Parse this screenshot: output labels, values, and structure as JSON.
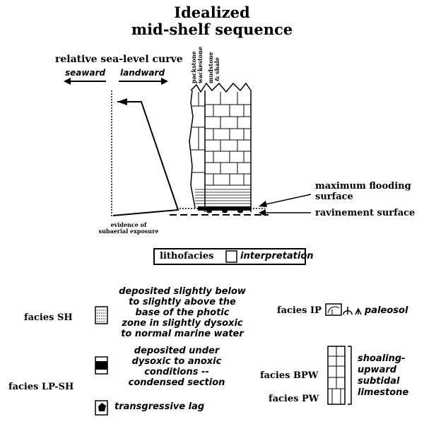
{
  "title": {
    "line1": "Idealized",
    "line2": "mid-shelf sequence"
  },
  "sea_level": {
    "label": "relative sea-level curve",
    "seaward": "seaward",
    "landward": "landward"
  },
  "column_labels": {
    "packstone_line1": "packstone",
    "packstone_line2": "wackestone",
    "mud_line1": "mudstone",
    "mud_line2": "& shale"
  },
  "surfaces": {
    "max_flood_line1": "maximum flooding",
    "max_flood_line2": "surface",
    "ravinement": "ravinement surface"
  },
  "exposure": {
    "line1": "evidence of",
    "line2": "subaerial exposure"
  },
  "key": {
    "lithofacies": "lithofacies",
    "interpretation": "interpretation"
  },
  "legend": {
    "sh": {
      "label": "facies SH",
      "desc": [
        "deposited slightly below",
        "to slightly above the",
        "base of the photic",
        "zone in slightly dysoxic",
        "to normal marine water"
      ]
    },
    "lpsh": {
      "label": "facies LP-SH",
      "desc": [
        "deposited under",
        "dysoxic to anoxic",
        "conditions --",
        "condensed section"
      ]
    },
    "lag": {
      "desc": "transgressive lag"
    },
    "ip": {
      "label": "facies IP",
      "desc": "paleosol"
    },
    "bpw": {
      "label": "facies BPW"
    },
    "pw": {
      "label": "facies PW"
    },
    "shoaling": {
      "desc": [
        "shoaling-",
        "upward",
        "subtidal",
        "limestone"
      ]
    }
  }
}
